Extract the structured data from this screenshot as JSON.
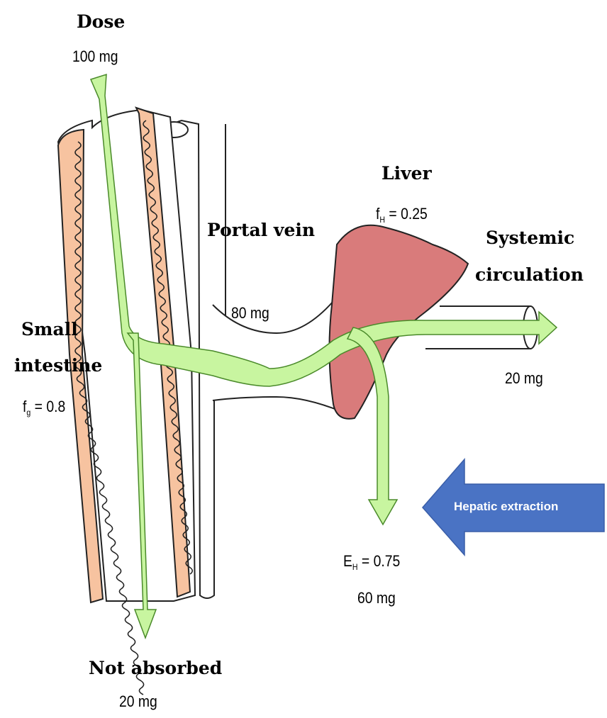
{
  "dose": {
    "title": "Dose",
    "amount": "100 mg"
  },
  "portal_vein": {
    "title": "Portal vein",
    "amount": "80 mg"
  },
  "liver": {
    "title": "Liver",
    "f_symbol": "f",
    "f_sub": "H",
    "f_value": " = 0.25"
  },
  "systemic": {
    "title_line1": "Systemic",
    "title_line2": "circulation",
    "amount": "20 mg"
  },
  "small_intestine": {
    "title_line1": "Small",
    "title_line2": "intestine",
    "f_symbol": "f",
    "f_sub": "g",
    "f_value": " = 0.8"
  },
  "extraction": {
    "e_symbol": "E",
    "e_sub": "H",
    "e_value": " = 0.75",
    "amount": "60 mg"
  },
  "not_absorbed": {
    "title": "Not absorbed",
    "amount": "20 mg"
  },
  "hepatic_arrow": {
    "label": "Hepatic extraction"
  },
  "colors": {
    "intestine_wall": "#f7c3a0",
    "liver": "#d97b7b",
    "flow_arrow": "#c8f5a0",
    "hepatic_arrow": "#4a73c4"
  }
}
